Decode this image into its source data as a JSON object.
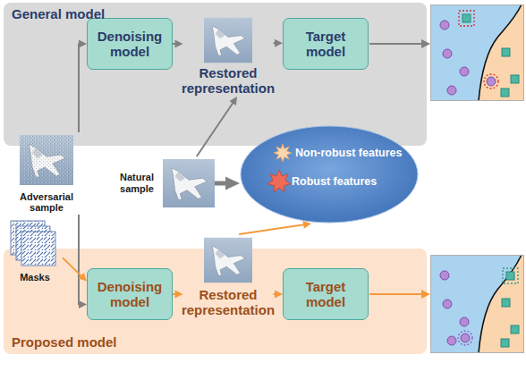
{
  "diagram": {
    "nodes": [
      {
        "text": [
          "General model"
        ]
      },
      {
        "text": [
          "Denoising model"
        ],
        "in": 0
      },
      {
        "text": [
          "Restored representation"
        ],
        "in": 0
      },
      {
        "text": [
          "Target model"
        ],
        "in": 0
      },
      {
        "text": [
          "Adversarial sample"
        ]
      },
      {
        "text": [
          "Natural sample"
        ]
      },
      {
        "text": [
          "Non-robust features",
          "Robust features"
        ]
      },
      {
        "text": [
          "Masks"
        ]
      },
      {
        "text": [
          "Proposed model"
        ]
      },
      {
        "text": [
          "Denoising model"
        ],
        "in": 8
      },
      {
        "text": [
          "Restored representation"
        ],
        "in": 8
      },
      {
        "text": [
          "Target model"
        ],
        "in": 8
      }
    ],
    "edges": [
      {
        "from": 4,
        "to": 1,
        "arrow": "to"
      },
      {
        "from": 1,
        "to": 2,
        "arrow": "to"
      },
      {
        "from": 2,
        "to": 3,
        "arrow": "to"
      },
      {
        "from": 5,
        "to": 2,
        "arrow": "to"
      },
      {
        "from": 5,
        "to": 6,
        "arrow": "to"
      },
      {
        "from": 4,
        "to": 9,
        "arrow": "to"
      },
      {
        "from": 7,
        "to": 9,
        "arrow": "to"
      },
      {
        "from": 9,
        "to": 10,
        "arrow": "to"
      },
      {
        "from": 10,
        "to": 11,
        "arrow": "to"
      },
      {
        "from": 10,
        "to": 6,
        "arrow": "to"
      }
    ]
  }
}
